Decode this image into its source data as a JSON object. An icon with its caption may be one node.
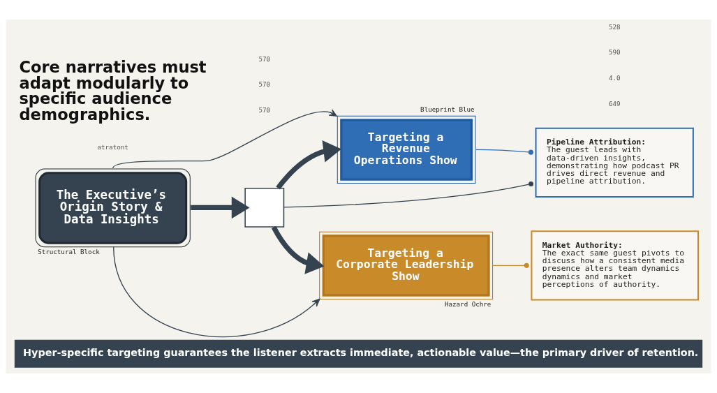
{
  "diagram": {
    "title": "Core narratives must adapt modularly to specific audience demographics.",
    "caption": "Hyper-specific targeting guarantees the listener extracts immediate, actionable value—the primary driver of retention.",
    "nodes": [
      {
        "text": [
          "The Executive’s Origin Story & Data Insights"
        ],
        "beside": [
          "Structural Block"
        ]
      },
      {
        "text": [],
        "shape": "box"
      },
      {
        "text": [
          "Targeting a Revenue Operations Show"
        ],
        "beside": [
          "Blueprint Blue"
        ]
      },
      {
        "text": [
          "Targeting a Corporate Leadership Show"
        ],
        "beside": [
          "Hazard Ochre"
        ]
      },
      {
        "text": [
          "Pipeline Attribution:",
          "The guest leads with data-driven insights, demonstrating how podcast PR drives direct revenue and pipeline attribution."
        ]
      },
      {
        "text": [
          "Market Authority:",
          "The exact same guest pivots to discuss how a consistent media presence alters team dynamics dynamics and market perceptions of authority."
        ]
      }
    ],
    "edges": [
      {
        "from": 0,
        "to": 2,
        "arrow": "to"
      },
      {
        "from": 0,
        "to": 1,
        "arrow": "to",
        "style": "thick"
      },
      {
        "from": 0,
        "to": 3,
        "arrow": "to"
      },
      {
        "from": 1,
        "to": 2,
        "arrow": "to",
        "style": "thick"
      },
      {
        "from": 1,
        "to": 4,
        "arrow": "other"
      },
      {
        "from": 1,
        "to": 3,
        "arrow": "to",
        "style": "thick"
      },
      {
        "from": 2,
        "to": 4,
        "arrow": "other",
        "color": "#2f6db5"
      },
      {
        "from": 3,
        "to": 5,
        "arrow": "other",
        "color": "#c98a2a"
      }
    ],
    "labels": [
      "570",
      "570",
      "570",
      "649",
      "4.0",
      "atratont",
      "590",
      "528"
    ]
  }
}
